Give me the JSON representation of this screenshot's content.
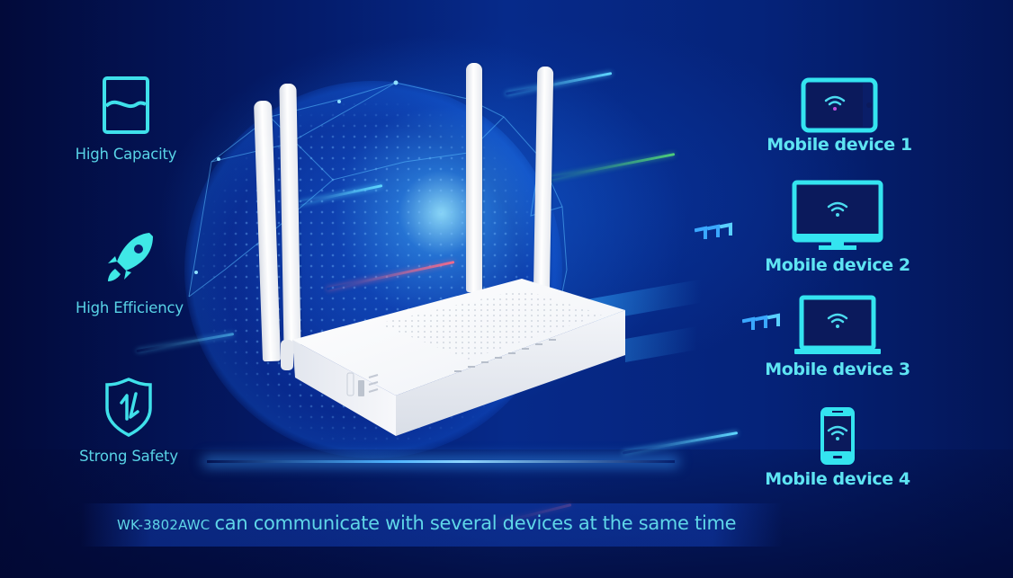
{
  "theme": {
    "accent": "#5ee4f2",
    "feature_text": "#58d3e6",
    "background_dark": "#020a3a",
    "background_mid": "#062a8a"
  },
  "features": [
    {
      "label": "High Capacity",
      "icon": "capacity-wave-icon"
    },
    {
      "label": "High Efficiency",
      "icon": "rocket-icon"
    },
    {
      "label": "Strong Safety",
      "icon": "shield-arrows-icon"
    }
  ],
  "devices": [
    {
      "label": "Mobile device 1",
      "icon": "tablet-wifi-icon"
    },
    {
      "label": "Mobile device 2",
      "icon": "monitor-wifi-icon"
    },
    {
      "label": "Mobile device 3",
      "icon": "laptop-wifi-icon"
    },
    {
      "label": "Mobile device 4",
      "icon": "phone-wifi-icon"
    }
  ],
  "product": {
    "name": "wifi-router-four-antennas"
  },
  "caption": {
    "model": "WK-3802AWC",
    "text": "can communicate with several devices at the same time"
  }
}
